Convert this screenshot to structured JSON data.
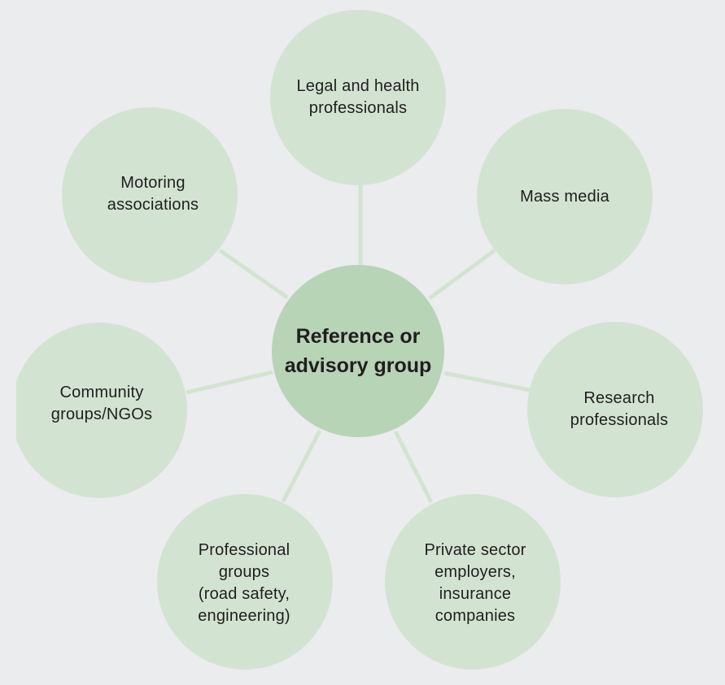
{
  "colors": {
    "background": "#ebecee",
    "node_fill": "#d3e3d2",
    "center_fill": "#b8d4b6",
    "connector": "#d3e3d2",
    "text": "#1f1f1f"
  },
  "center": {
    "label": "Reference or\nadvisory group"
  },
  "nodes": [
    {
      "id": "legal-health",
      "label": "Legal and health\nprofessionals"
    },
    {
      "id": "mass-media",
      "label": "Mass media"
    },
    {
      "id": "research",
      "label": "Research\nprofessionals"
    },
    {
      "id": "private-sector",
      "label": "Private sector\nemployers,\ninsurance\ncompanies"
    },
    {
      "id": "professional-groups",
      "label": "Professional\ngroups\n(road safety,\nengineering)"
    },
    {
      "id": "community",
      "label": "Community\ngroups/NGOs"
    },
    {
      "id": "motoring",
      "label": "Motoring\nassociations"
    }
  ]
}
